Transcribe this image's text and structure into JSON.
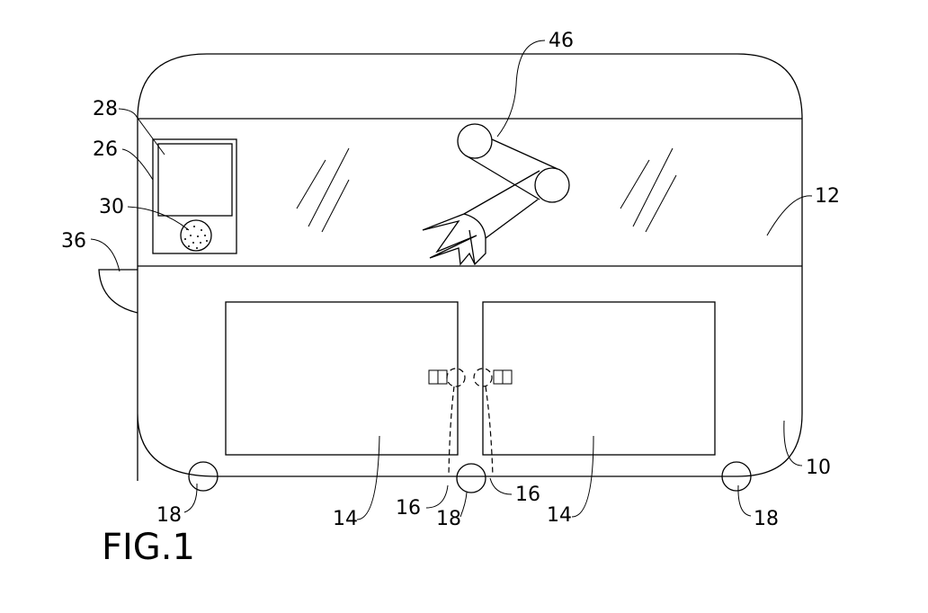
{
  "figure": {
    "caption": "FIG.1",
    "reference_numerals": {
      "cabinet": "10",
      "window": "12",
      "door_left": "14",
      "door_right": "14",
      "hinge_left": "16",
      "hinge_right": "16",
      "wheel_left": "18",
      "wheel_middle": "18",
      "wheel_right": "18",
      "panel_frame": "26",
      "panel_screen": "28",
      "panel_sensor": "30",
      "side_handle": "36",
      "robot_arm": "46"
    }
  }
}
